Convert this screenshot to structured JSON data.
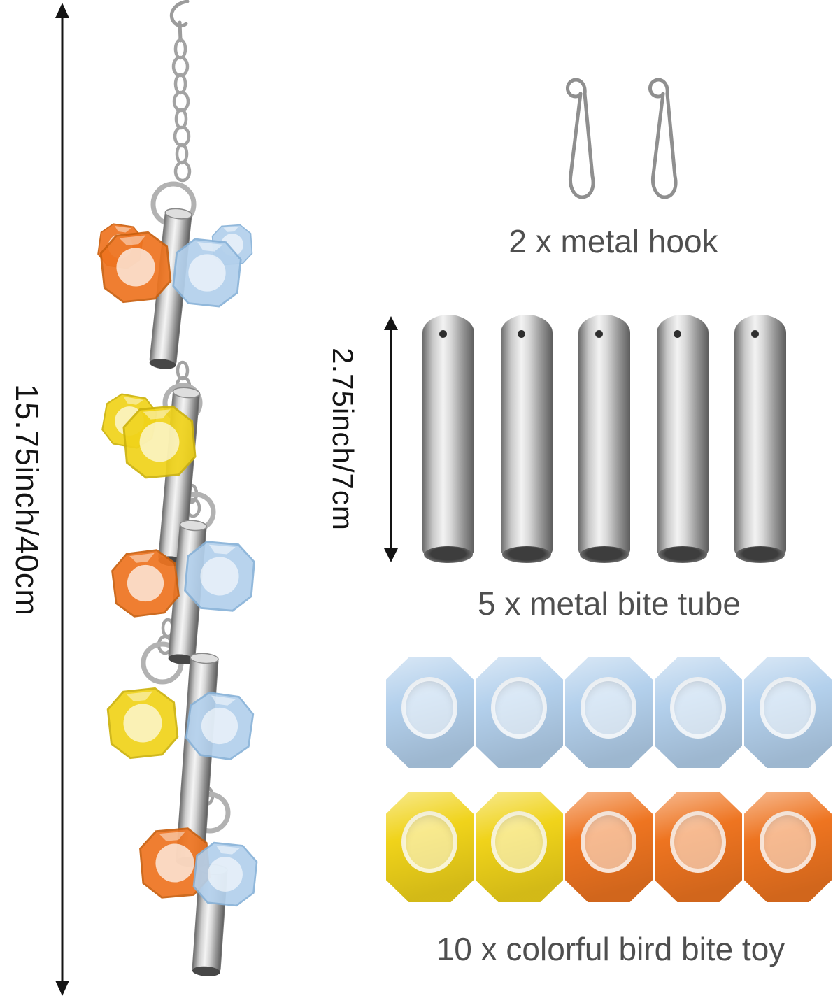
{
  "product_diagram": {
    "dimensions": {
      "toy_height_label": "15.75inch/40cm",
      "tube_height_label": "2.75inch/7cm"
    },
    "parts": {
      "hooks_label": "2 x metal hook",
      "tubes_label": "5 x metal bite tube",
      "bite_toys_label": "10 x colorful bird bite toy",
      "hook_count": 2,
      "tube_count": 5,
      "bite_toy_count": 10
    },
    "colors": {
      "crystal": {
        "blue": "#b3d0ec",
        "yellow": "#f0d31a",
        "orange": "#ee7420"
      },
      "metal_highlight": "#f3f3f3",
      "metal_shadow": "#5d5d5d",
      "caption_gray": "#4f4f4f",
      "dimension_black": "#141414"
    },
    "bite_toy_rows": [
      [
        "blue",
        "blue",
        "blue",
        "blue",
        "blue"
      ],
      [
        "yellow",
        "yellow",
        "orange",
        "orange",
        "orange"
      ]
    ]
  }
}
